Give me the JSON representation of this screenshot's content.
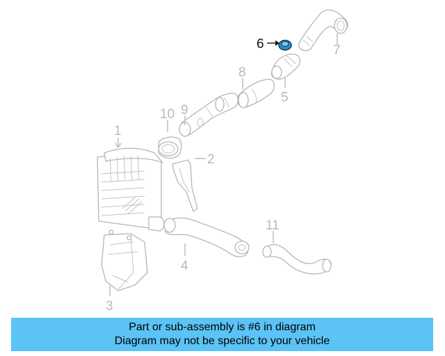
{
  "callouts": {
    "c1": "1",
    "c2": "2",
    "c3": "3",
    "c4": "4",
    "c5": "5",
    "c6": "6",
    "c7": "7",
    "c8": "8",
    "c9": "9",
    "c10": "10",
    "c11": "11"
  },
  "highlighted_part": "6",
  "highlight_color": "#2a8fc9",
  "banner": {
    "line1": "Part or sub-assembly is #6 in diagram",
    "line2": "Diagram may not be specific to your vehicle",
    "background": "#5bc3f5"
  }
}
